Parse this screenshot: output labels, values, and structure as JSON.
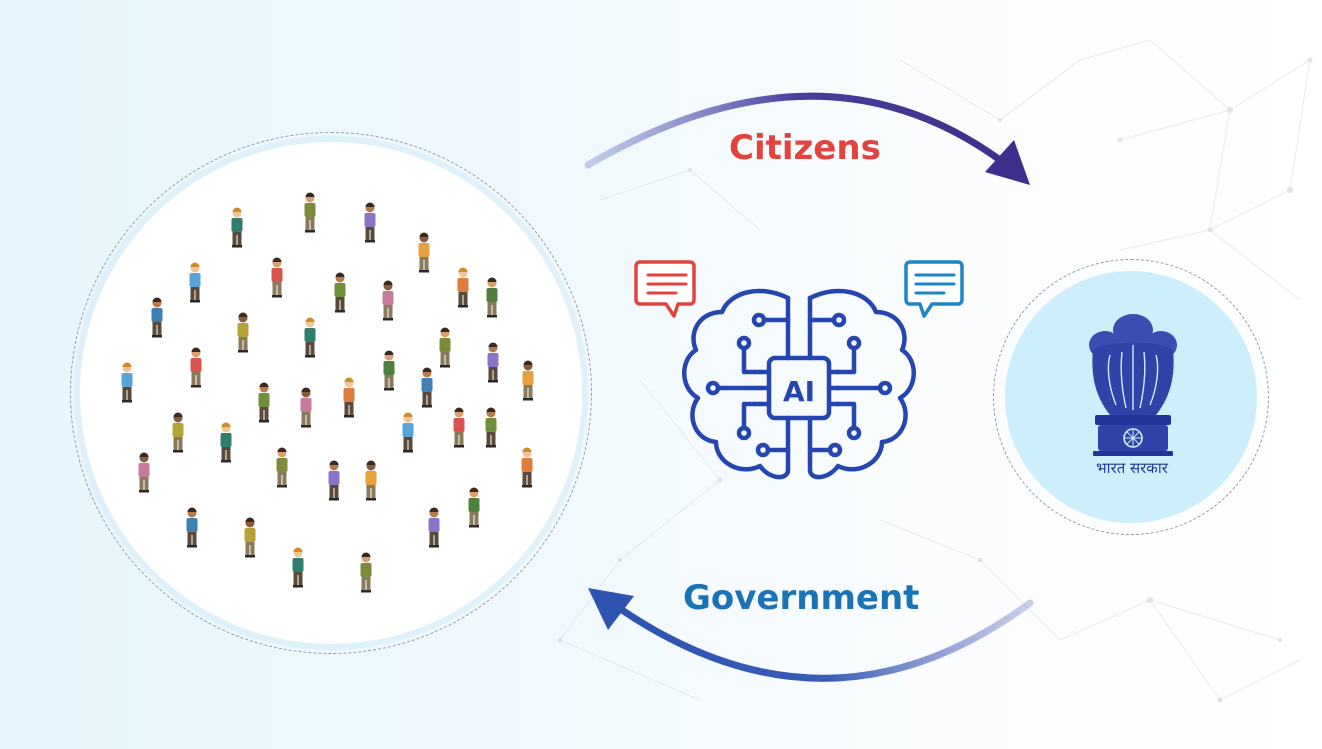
{
  "diagram": {
    "flow_top_label": "Citizens",
    "flow_bottom_label": "Government",
    "center_chip_text": "AI",
    "seal_caption": "भारत सरकार"
  },
  "colors": {
    "citizens_label": "#e2433f",
    "government_label": "#1a73b7",
    "brain_stroke": "#2545b0",
    "arrow": "#3b2f8f",
    "chat_red": "#e2433f",
    "chat_blue": "#1a86c8",
    "gov_disc": "#cdeefb"
  },
  "icons": {
    "left_circle": "crowd-of-people-icon",
    "center": "ai-brain-chip-icon",
    "chat_left": "chat-bubble-icon",
    "chat_right": "chat-bubble-icon",
    "right_circle": "national-emblem-icon"
  }
}
